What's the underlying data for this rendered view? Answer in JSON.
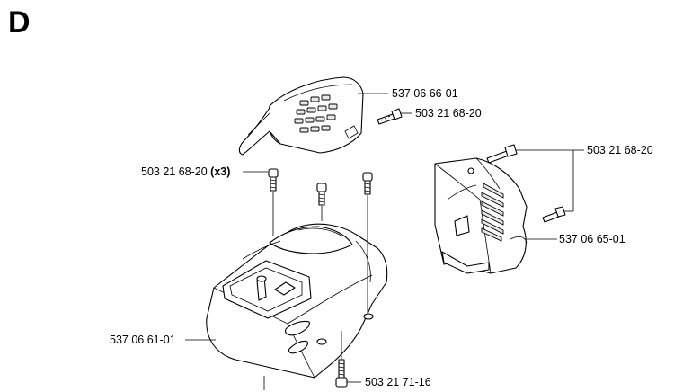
{
  "section": "D",
  "labels": {
    "cover_top": "537 06 66-01",
    "screw_top": "503 21 68-20",
    "screw_x3_code": "503 21 68-20",
    "screw_x3_qty": "(x3)",
    "screw_right": "503 21 68-20",
    "cover_right": "537 06 65-01",
    "housing": "537 06 61-01",
    "screw_bottom": "503 21 71-16"
  }
}
